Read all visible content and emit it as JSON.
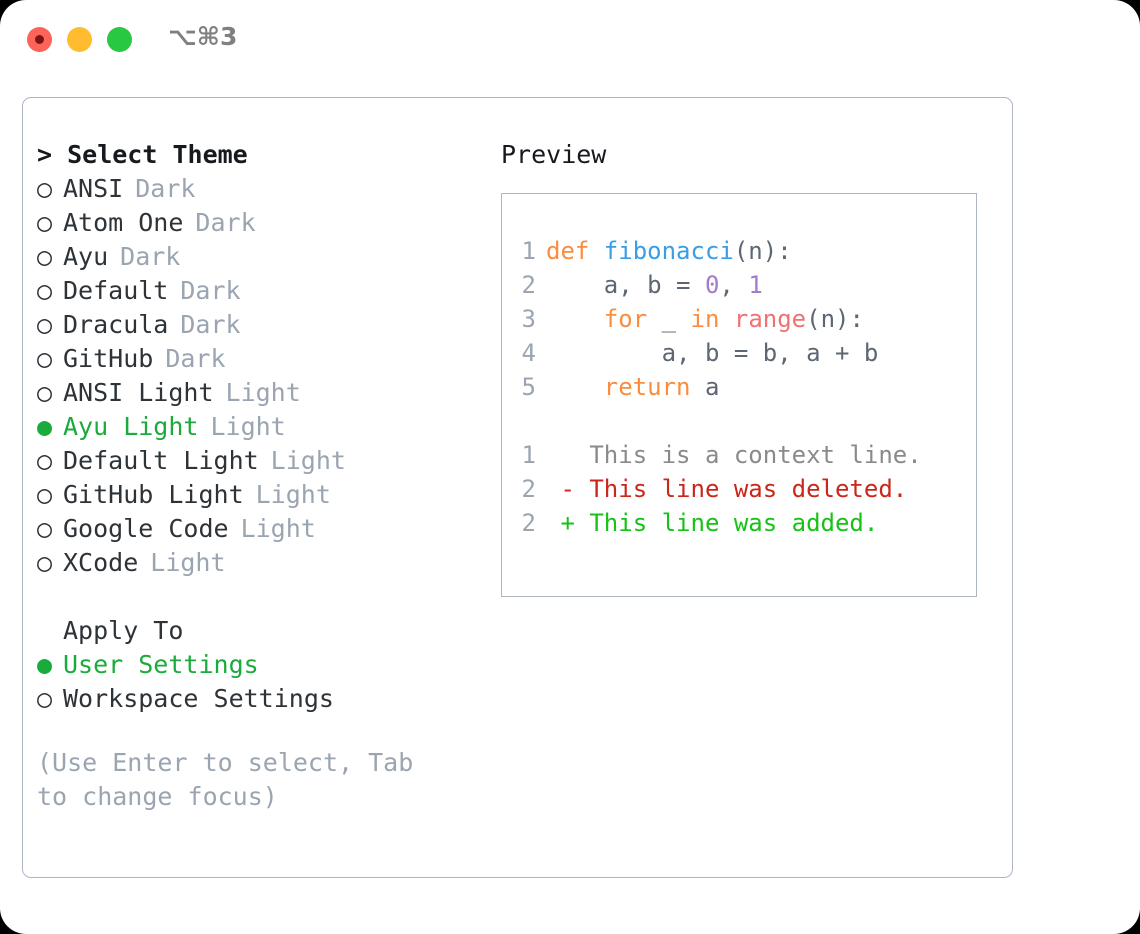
{
  "titlebar": {
    "shortcut": "⌥⌘3",
    "buttons": [
      {
        "name": "close",
        "color": "#fd6359"
      },
      {
        "name": "minimize",
        "color": "#febc2e"
      },
      {
        "name": "maximize",
        "color": "#28c840"
      }
    ]
  },
  "theme_picker": {
    "heading": "> Select Theme",
    "options": [
      {
        "marker": "○",
        "label": "ANSI",
        "tag": "Dark",
        "selected": false
      },
      {
        "marker": "○",
        "label": "Atom One",
        "tag": "Dark",
        "selected": false
      },
      {
        "marker": "○",
        "label": "Ayu",
        "tag": "Dark",
        "selected": false
      },
      {
        "marker": "○",
        "label": "Default",
        "tag": "Dark",
        "selected": false
      },
      {
        "marker": "○",
        "label": "Dracula",
        "tag": "Dark",
        "selected": false
      },
      {
        "marker": "○",
        "label": "GitHub",
        "tag": "Dark",
        "selected": false
      },
      {
        "marker": "○",
        "label": "ANSI Light",
        "tag": "Light",
        "selected": false
      },
      {
        "marker": "●",
        "label": "Ayu Light",
        "tag": "Light",
        "selected": true
      },
      {
        "marker": "○",
        "label": "Default Light",
        "tag": "Light",
        "selected": false
      },
      {
        "marker": "○",
        "label": "GitHub Light",
        "tag": "Light",
        "selected": false
      },
      {
        "marker": "○",
        "label": "Google Code",
        "tag": "Light",
        "selected": false
      },
      {
        "marker": "○",
        "label": "XCode",
        "tag": "Light",
        "selected": false
      }
    ]
  },
  "apply_to": {
    "heading": "Apply To",
    "options": [
      {
        "marker": "●",
        "label": "User Settings",
        "selected": true
      },
      {
        "marker": "○",
        "label": "Workspace Settings",
        "selected": false
      }
    ]
  },
  "hint": "(Use Enter to select, Tab to change focus)",
  "preview": {
    "title": "Preview",
    "code_lines": [
      {
        "number": "1",
        "tokens": [
          {
            "text": "def ",
            "type": "kw"
          },
          {
            "text": "fibonacci",
            "type": "fn"
          },
          {
            "text": "(n):",
            "type": "plain"
          }
        ]
      },
      {
        "number": "2",
        "tokens": [
          {
            "text": "    a, b = ",
            "type": "plain"
          },
          {
            "text": "0",
            "type": "num"
          },
          {
            "text": ", ",
            "type": "plain"
          },
          {
            "text": "1",
            "type": "num"
          }
        ]
      },
      {
        "number": "3",
        "tokens": [
          {
            "text": "    ",
            "type": "plain"
          },
          {
            "text": "for",
            "type": "kw"
          },
          {
            "text": " _ ",
            "type": "plain"
          },
          {
            "text": "in",
            "type": "kw"
          },
          {
            "text": " ",
            "type": "plain"
          },
          {
            "text": "range",
            "type": "call"
          },
          {
            "text": "(n):",
            "type": "plain"
          }
        ]
      },
      {
        "number": "4",
        "tokens": [
          {
            "text": "        a, b = b, a + b",
            "type": "plain"
          }
        ]
      },
      {
        "number": "5",
        "tokens": [
          {
            "text": "    ",
            "type": "plain"
          },
          {
            "text": "return",
            "type": "kw"
          },
          {
            "text": " a",
            "type": "plain"
          }
        ]
      }
    ],
    "diff_lines": [
      {
        "number": "1",
        "text": "   This is a context line.",
        "type": "ctx"
      },
      {
        "number": "2",
        "text": " - This line was deleted.",
        "type": "del"
      },
      {
        "number": "2",
        "text": " + This line was added.",
        "type": "add"
      }
    ]
  },
  "colors": {
    "accent_green": "#1bab3c",
    "muted": "#9aa5b1",
    "border": "#aeb6c2",
    "keyword": "#fa8d3e",
    "function": "#399ee6",
    "number": "#a37acc",
    "call": "#f07171",
    "plain": "#5c6773",
    "diff_context": "#8a8a8a",
    "diff_deleted": "#c9271b",
    "diff_added": "#17c217"
  }
}
